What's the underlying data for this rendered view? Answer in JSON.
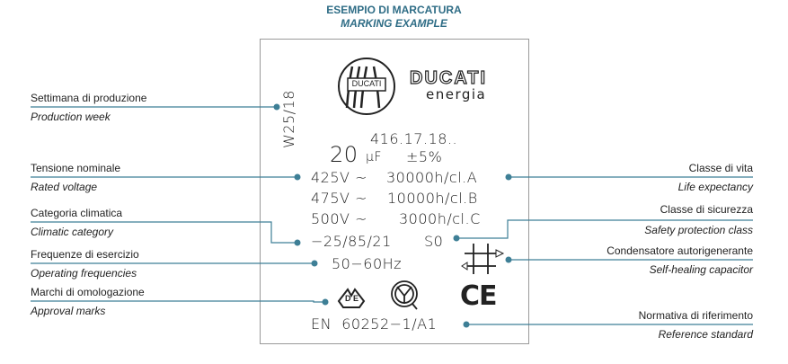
{
  "title": {
    "it": "ESEMPIO DI MARCATURA",
    "en": "MARKING EXAMPLE"
  },
  "colors": {
    "accent": "#2f6d86",
    "line": "#3e7f96"
  },
  "left_labels": [
    {
      "it": "Settimana di produzione",
      "en": "Production week"
    },
    {
      "it": "Tensione nominale",
      "en": "Rated voltage"
    },
    {
      "it": "Categoria climatica",
      "en": "Climatic category"
    },
    {
      "it": "Frequenze di esercizio",
      "en": "Operating frequencies"
    },
    {
      "it": "Marchi di omologazione",
      "en": "Approval marks"
    }
  ],
  "right_labels": [
    {
      "it": "Classe di vita",
      "en": "Life expectancy"
    },
    {
      "it": "Classe di sicurezza",
      "en": "Safety protection class"
    },
    {
      "it": "Condensatore autorigenerante",
      "en": "Self-healing capacitor"
    },
    {
      "it": "Normativa di riferimento",
      "en": "Reference standard"
    }
  ],
  "marking": {
    "brand": "DUCATI",
    "brand_sub": "energia",
    "logo_text": "DUCATI",
    "week": "W25/18",
    "code": "416.17.18..",
    "capacitance": "20",
    "unit": "µF",
    "tolerance": "±5%",
    "rows": [
      {
        "voltage": "425V ~",
        "life": "30000h/cl.A"
      },
      {
        "voltage": "475V ~",
        "life": "10000h/cl.B"
      },
      {
        "voltage": "500V ~",
        "life": "3000h/cl.C"
      }
    ],
    "climatic": "−25/85/21",
    "safety": "S0",
    "frequency": "50−60Hz",
    "vde": {
      "d": "D",
      "e": "E"
    },
    "ce": "CE",
    "standard": "EN  60252−1/A1"
  }
}
